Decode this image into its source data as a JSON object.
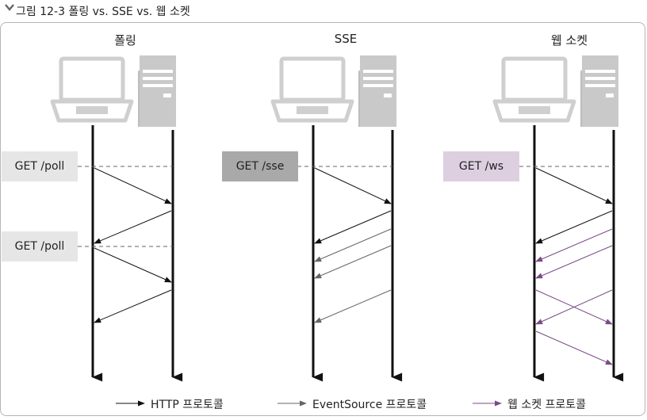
{
  "header": {
    "title": "그림 12-3 폴링 vs. SSE vs. 웹 소켓"
  },
  "columns": [
    {
      "title": "폴링"
    },
    {
      "title": "SSE"
    },
    {
      "title": "웹 소켓"
    }
  ],
  "requests": {
    "poll_1": "GET /poll",
    "poll_2": "GET /poll",
    "sse": "GET /sse",
    "ws": "GET /ws"
  },
  "legend": [
    {
      "label": "HTTP 프로토콜",
      "color": "#111111"
    },
    {
      "label": "EventSource 프로토콜",
      "color": "#666666"
    },
    {
      "label": "웹 소켓 프로토콜",
      "color": "#7a4a86"
    }
  ]
}
